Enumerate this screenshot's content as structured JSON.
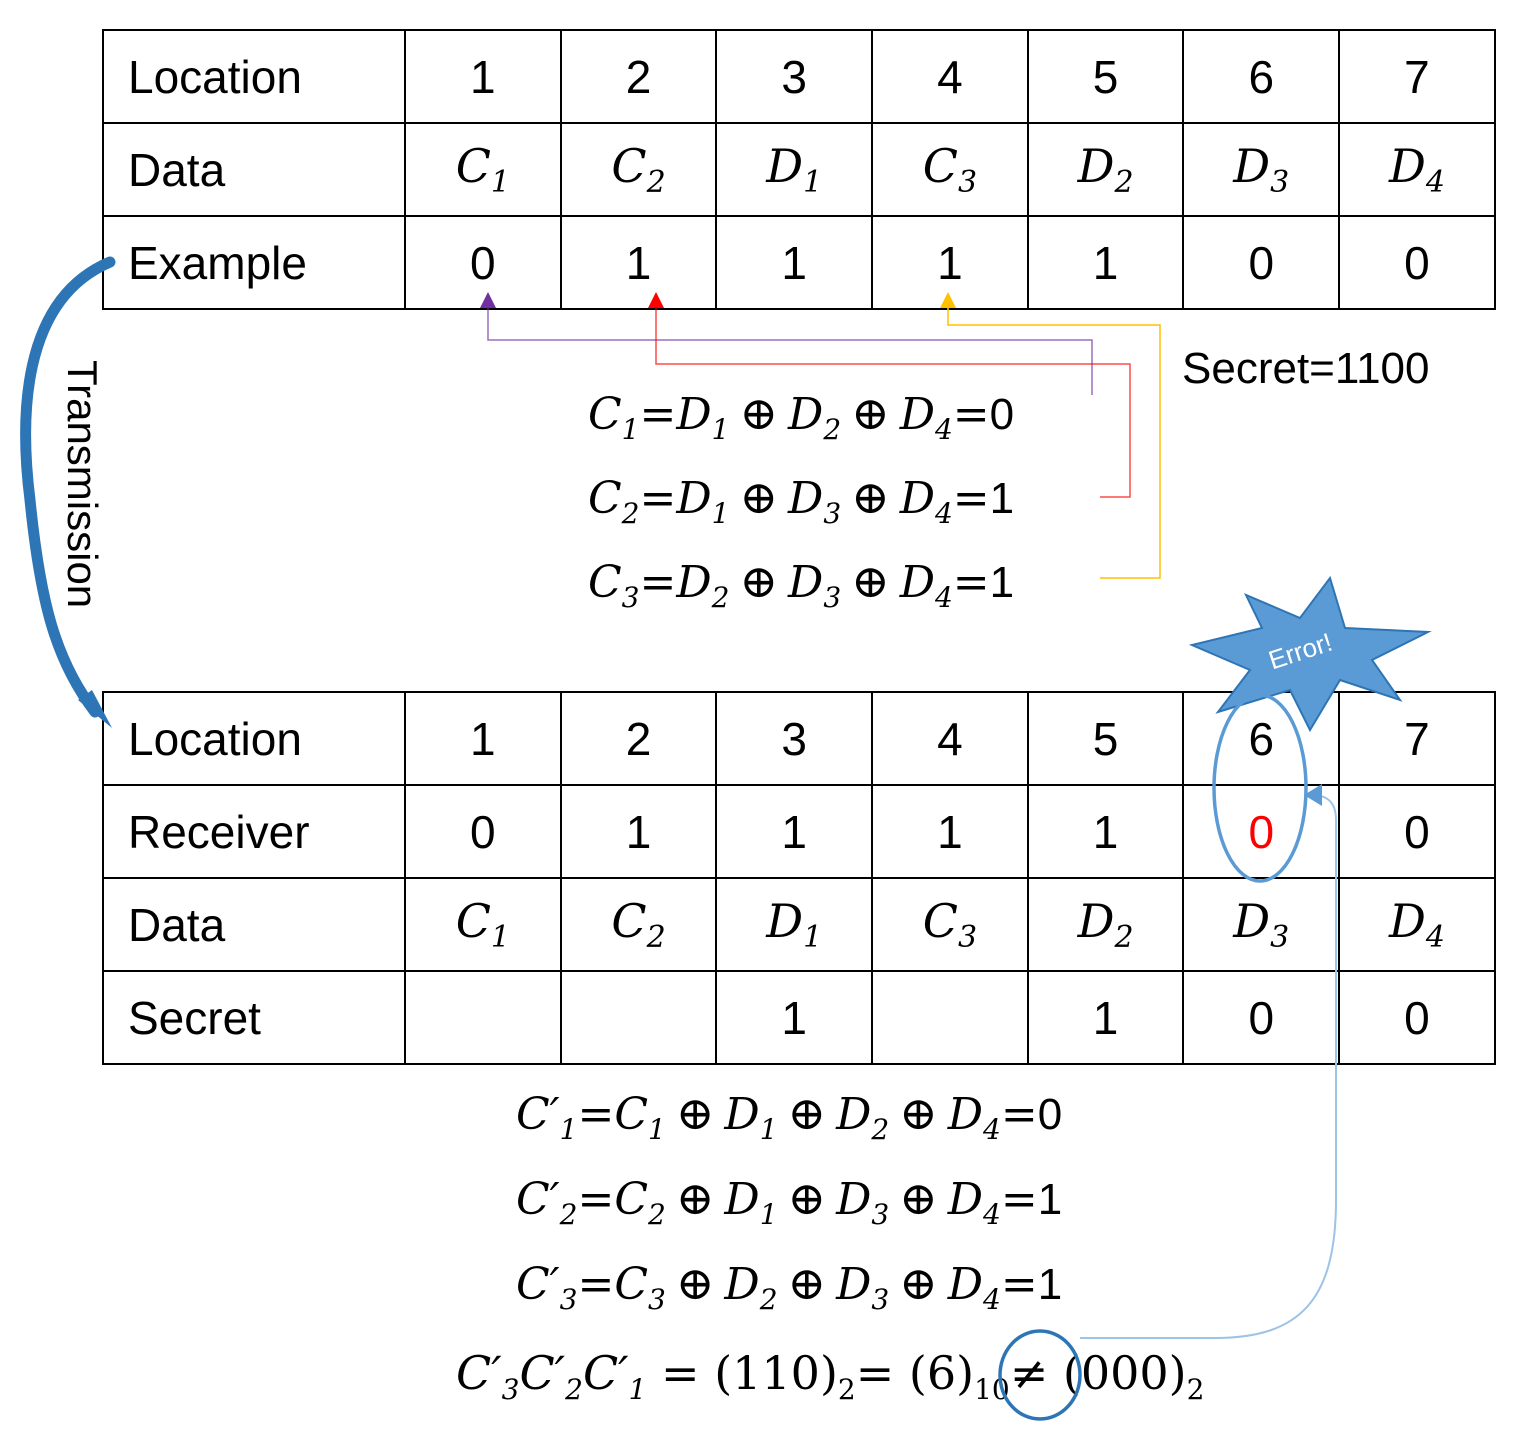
{
  "top_table": {
    "header": "Location",
    "locations": [
      "1",
      "2",
      "3",
      "4",
      "5",
      "6",
      "7"
    ],
    "data_label": "Data",
    "data_cells": [
      {
        "letter": "C",
        "sub": "1"
      },
      {
        "letter": "C",
        "sub": "2"
      },
      {
        "letter": "D",
        "sub": "1"
      },
      {
        "letter": "C",
        "sub": "3"
      },
      {
        "letter": "D",
        "sub": "2"
      },
      {
        "letter": "D",
        "sub": "3"
      },
      {
        "letter": "D",
        "sub": "4"
      }
    ],
    "example_label": "Example",
    "example": [
      "0",
      "1",
      "1",
      "1",
      "1",
      "0",
      "0"
    ]
  },
  "secret_label": "Secret=1100",
  "transmission_label": "Transmission",
  "encode_equations": [
    {
      "lhs": "C",
      "lhs_sub": "1",
      "terms": [
        {
          "l": "D",
          "s": "1"
        },
        {
          "l": "D",
          "s": "2"
        },
        {
          "l": "D",
          "s": "4"
        }
      ],
      "result": "0"
    },
    {
      "lhs": "C",
      "lhs_sub": "2",
      "terms": [
        {
          "l": "D",
          "s": "1"
        },
        {
          "l": "D",
          "s": "3"
        },
        {
          "l": "D",
          "s": "4"
        }
      ],
      "result": "1"
    },
    {
      "lhs": "C",
      "lhs_sub": "3",
      "terms": [
        {
          "l": "D",
          "s": "2"
        },
        {
          "l": "D",
          "s": "3"
        },
        {
          "l": "D",
          "s": "4"
        }
      ],
      "result": "1"
    }
  ],
  "error_label": "Error!",
  "bottom_table": {
    "header": "Location",
    "locations": [
      "1",
      "2",
      "3",
      "4",
      "5",
      "6",
      "7"
    ],
    "receiver_label": "Receiver",
    "receiver": [
      "0",
      "1",
      "1",
      "1",
      "1",
      "0",
      "0"
    ],
    "error_index": 5,
    "data_label": "Data",
    "data_cells": [
      {
        "letter": "C",
        "sub": "1"
      },
      {
        "letter": "C",
        "sub": "2"
      },
      {
        "letter": "D",
        "sub": "1"
      },
      {
        "letter": "C",
        "sub": "3"
      },
      {
        "letter": "D",
        "sub": "2"
      },
      {
        "letter": "D",
        "sub": "3"
      },
      {
        "letter": "D",
        "sub": "4"
      }
    ],
    "secret_label": "Secret",
    "secret": [
      "",
      "",
      "1",
      "",
      "1",
      "0",
      "0"
    ]
  },
  "check_equations": [
    {
      "lhs": "C′",
      "lhs_sub": "1",
      "terms": [
        {
          "l": "C",
          "s": "1"
        },
        {
          "l": "D",
          "s": "1"
        },
        {
          "l": "D",
          "s": "2"
        },
        {
          "l": "D",
          "s": "4"
        }
      ],
      "result": "0"
    },
    {
      "lhs": "C′",
      "lhs_sub": "2",
      "terms": [
        {
          "l": "C",
          "s": "2"
        },
        {
          "l": "D",
          "s": "1"
        },
        {
          "l": "D",
          "s": "3"
        },
        {
          "l": "D",
          "s": "4"
        }
      ],
      "result": "1"
    },
    {
      "lhs": "C′",
      "lhs_sub": "3",
      "terms": [
        {
          "l": "C",
          "s": "3"
        },
        {
          "l": "D",
          "s": "2"
        },
        {
          "l": "D",
          "s": "3"
        },
        {
          "l": "D",
          "s": "4"
        }
      ],
      "result": "1"
    }
  ],
  "syndrome": {
    "lhs": [
      {
        "l": "C′",
        "s": "3"
      },
      {
        "l": "C′",
        "s": "2"
      },
      {
        "l": "C′",
        "s": "1"
      }
    ],
    "binary": "(110)",
    "binary_base": "2",
    "decimal": "(6)",
    "decimal_base": "10",
    "neq": "(000)",
    "neq_base": "2"
  },
  "colors": {
    "c1_arrow": "#7030a0",
    "c2_arrow": "#ff0000",
    "c3_arrow": "#ffc000",
    "highlight": "#5b9bd5",
    "transmission_arrow": "#2e75b6"
  }
}
